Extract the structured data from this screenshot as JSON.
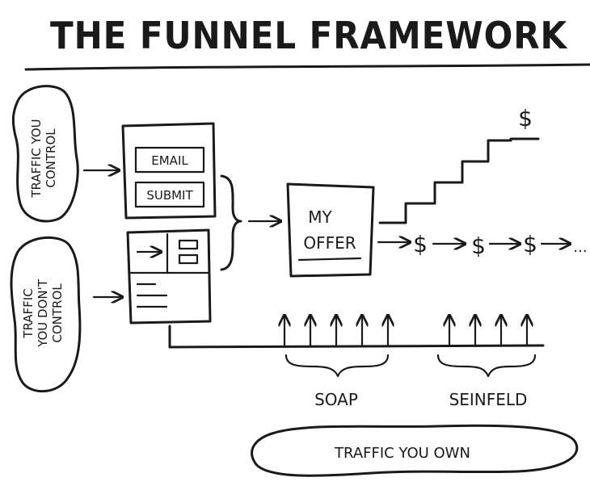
{
  "title": "THE FUNNEL FRAMEWORK",
  "sources": {
    "traffic_you_control": [
      "TRAFFIC YOU",
      "CONTROL"
    ],
    "traffic_you_dont_control": [
      "TRAFFIC",
      "YOU DON'T",
      "CONTROL"
    ]
  },
  "form": {
    "email_label": "EMAIL",
    "submit_label": "SUBMIT"
  },
  "offer": {
    "line1": "MY",
    "line2": "OFFER"
  },
  "revenue": {
    "stairs_symbol": "$",
    "stream_symbol": "$",
    "stream_end": "..."
  },
  "sequences": {
    "soap": "SOAP",
    "seinfeld": "SEINFELD"
  },
  "traffic_you_own": "TRAFFIC YOU OWN"
}
